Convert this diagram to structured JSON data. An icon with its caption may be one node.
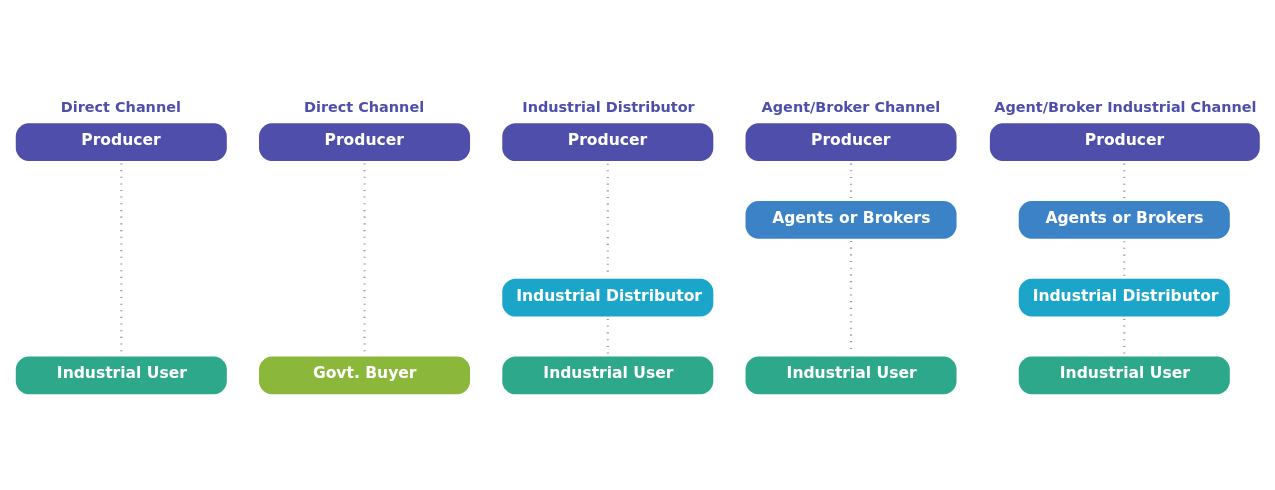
{
  "diagram": {
    "nodes": [
      {
        "text": [
          "Direct Channel",
          "Producer"
        ]
      },
      {
        "text": [
          "Industrial User"
        ]
      },
      {
        "text": [
          "Direct Channel",
          "Producer"
        ]
      },
      {
        "text": [
          "Govt. Buyer"
        ]
      },
      {
        "text": [
          "Industrial Distributor",
          "Producer"
        ]
      },
      {
        "text": [
          "Industrial Distributor"
        ]
      },
      {
        "text": [
          "Industrial User"
        ]
      },
      {
        "text": [
          "Agent/Broker Channel",
          "Producer"
        ]
      },
      {
        "text": [
          "Agents or Brokers"
        ]
      },
      {
        "text": [
          "Industrial User"
        ]
      },
      {
        "text": [
          "Agent/Broker Industrial Channel",
          "Producer"
        ]
      },
      {
        "text": [
          "Agents or Brokers"
        ]
      },
      {
        "text": [
          "Industrial Distributor"
        ]
      },
      {
        "text": [
          "Industrial User"
        ]
      }
    ],
    "edges": [
      {
        "from": 0,
        "to": 1,
        "arrow": "none",
        "style": "dashed"
      },
      {
        "from": 2,
        "to": 3,
        "arrow": "none",
        "style": "dashed"
      },
      {
        "from": 4,
        "to": 5,
        "arrow": "none",
        "style": "dashed"
      },
      {
        "from": 5,
        "to": 6,
        "arrow": "none",
        "style": "dashed"
      },
      {
        "from": 7,
        "to": 8,
        "arrow": "none",
        "style": "dashed"
      },
      {
        "from": 8,
        "to": 9,
        "arrow": "none",
        "style": "dashed"
      },
      {
        "from": 10,
        "to": 11,
        "arrow": "none",
        "style": "dashed"
      },
      {
        "from": 11,
        "to": 12,
        "arrow": "none",
        "style": "dashed"
      },
      {
        "from": 12,
        "to": 13,
        "arrow": "none",
        "style": "dashed"
      }
    ]
  }
}
